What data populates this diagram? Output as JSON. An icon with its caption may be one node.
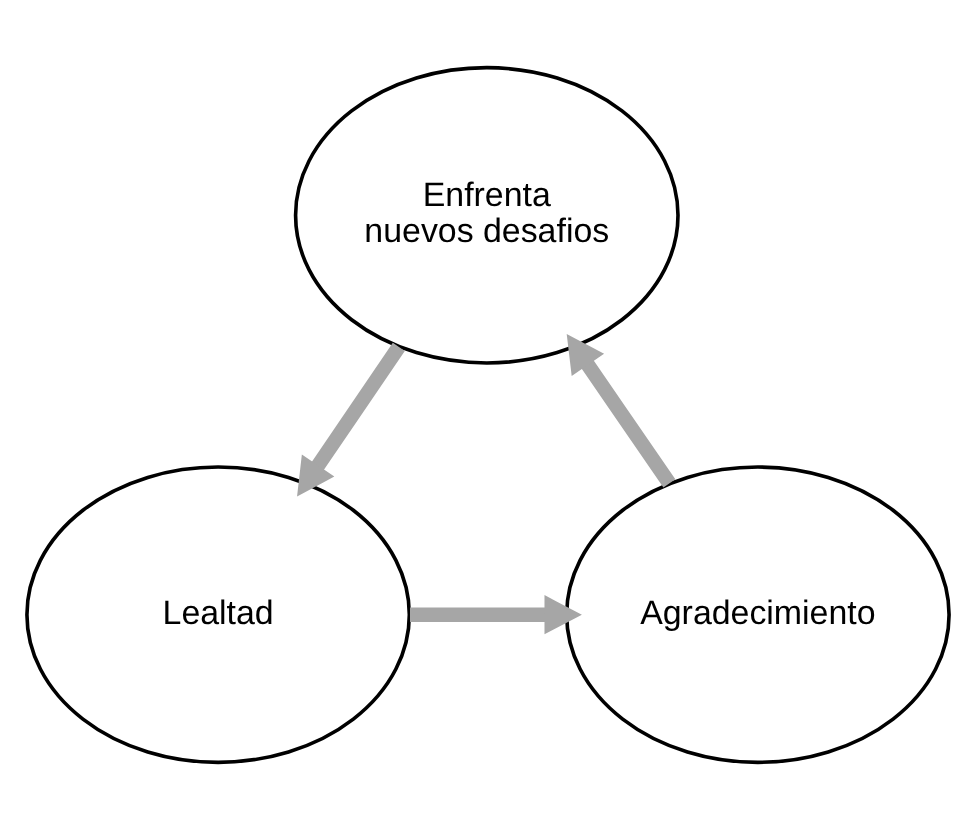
{
  "diagram": {
    "nodes": [
      {
        "text": [
          "Enfrenta nuevos desafios"
        ]
      },
      {
        "text": [
          "Lealtad"
        ]
      },
      {
        "text": [
          "Agradecimiento"
        ]
      }
    ],
    "edges": [
      {
        "from": 0,
        "to": 1,
        "arrow": "to"
      },
      {
        "from": 1,
        "to": 2,
        "arrow": "to"
      },
      {
        "from": 2,
        "to": 0,
        "arrow": "to"
      }
    ]
  }
}
